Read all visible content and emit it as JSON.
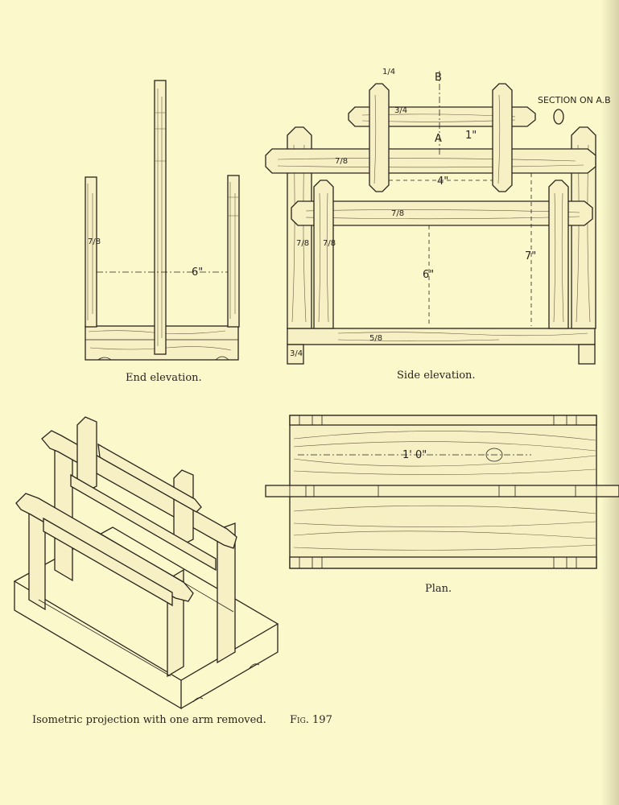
{
  "figure": {
    "number": "Fig. 197",
    "captions": {
      "end_elevation": "End elevation.",
      "side_elevation": "Side elevation.",
      "plan": "Plan.",
      "isometric": "Isometric projection with one arm removed."
    },
    "section_label": "SECTION ON A.B",
    "dimensions": {
      "end_width": "6\"",
      "end_side_fraction": "7/8",
      "side_height_outer": "7\"",
      "side_height_inner": "6\"",
      "side_width_top": "4\"",
      "side_drop": "1\"",
      "base_thickness": "5/8",
      "rail_fraction": "7/8",
      "arm_fraction": "3/4",
      "post_fraction": "7/8",
      "top_rail_fraction": "1/4",
      "foot_fraction": "3/4",
      "plan_length": "1' 0\"",
      "section_a": "A",
      "section_b": "B"
    }
  }
}
